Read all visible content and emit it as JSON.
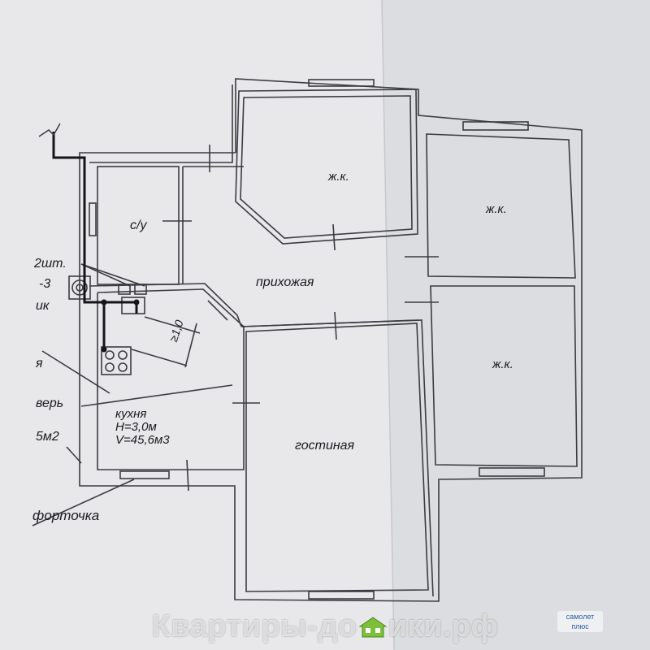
{
  "plan": {
    "rooms": {
      "bedroom1": "ж.к.",
      "bedroom2": "ж.к.",
      "bedroom3": "ж.к.",
      "bathroom": "с/у",
      "hallway": "прихожая",
      "living": "гостиная",
      "kitchen": "кухня",
      "kitchen_height": "H=3,0м",
      "kitchen_volume": "V=45,6м3"
    },
    "annotations": {
      "pipe_dim": "≥1,0",
      "left_items": [
        "2шт.",
        "-3",
        "ик",
        "я",
        "верь",
        "5м2",
        "форточка"
      ]
    }
  },
  "watermark": {
    "text_left": "Квартиры-до",
    "text_right": "ики.рф",
    "badge_line1": "самолет",
    "badge_line2": "плюс"
  },
  "colors": {
    "paper": "#e9e9ec",
    "paper_right": "#dedfe3",
    "wall": "#3a3a42",
    "pipe": "#15151a",
    "background": "#c9cbcf",
    "house_green": "#7cbf3a"
  }
}
